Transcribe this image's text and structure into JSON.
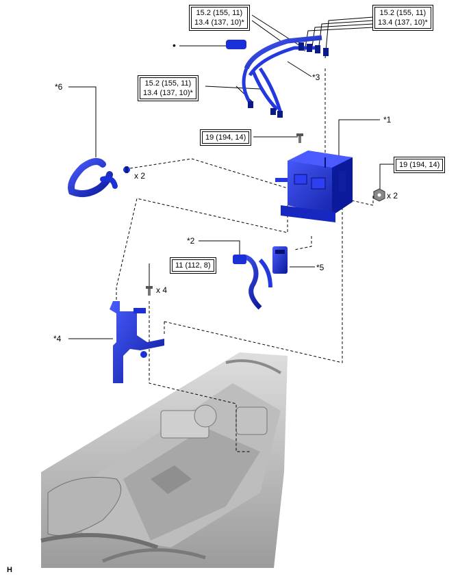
{
  "torque_boxes": [
    {
      "id": "tl-top-left",
      "lines": [
        "15.2 (155, 11)",
        "13.4 (137, 10)*"
      ]
    },
    {
      "id": "tl-top-right",
      "lines": [
        "15.2 (155, 11)",
        "13.4 (137, 10)*"
      ]
    },
    {
      "id": "tl-mid",
      "lines": [
        "15.2 (155, 11)",
        "13.4 (137, 10)*"
      ]
    },
    {
      "id": "bolt-actuator",
      "lines": [
        "19 (194, 14)"
      ]
    },
    {
      "id": "nut-right",
      "lines": [
        "19 (194, 14)"
      ]
    },
    {
      "id": "bolt-bracket",
      "lines": [
        "11 (112, 8)"
      ]
    }
  ],
  "callouts": {
    "c1": "*1",
    "c2": "*2",
    "c3": "*3",
    "c4": "*4",
    "c5": "*5",
    "c6": "*6"
  },
  "quantities": {
    "clip": "x 2",
    "nut": "x 2",
    "bolt": "x 4"
  },
  "bullet": "•",
  "corner_letter": "H",
  "colors": {
    "part_blue": "#1a2fd6",
    "part_dark": "#0a1a8a",
    "line": "#000000",
    "engine_gray": "#9a9a9a"
  }
}
